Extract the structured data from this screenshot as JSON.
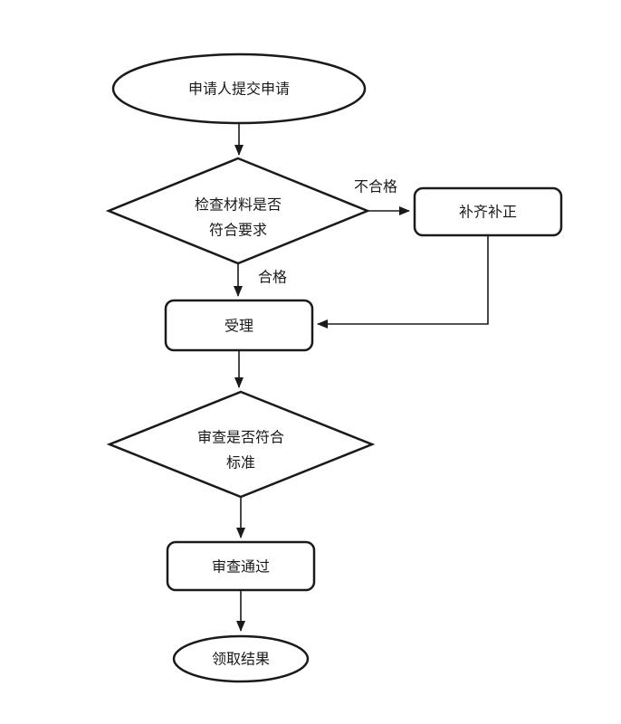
{
  "diagram": {
    "background_color": "#ffffff",
    "stroke_color": "#1a1a1a",
    "text_color": "#1a1a1a",
    "nodes": {
      "start": {
        "type": "ellipse",
        "label": "申请人提交申请"
      },
      "check_materials": {
        "type": "decision",
        "line1": "检查材料是否",
        "line2": "符合要求"
      },
      "supplement": {
        "type": "process",
        "label": "补齐补正"
      },
      "accept": {
        "type": "process",
        "label": "受理"
      },
      "review": {
        "type": "decision",
        "line1": "审查是否符合",
        "line2": "标准"
      },
      "review_passed": {
        "type": "process",
        "label": "审查通过"
      },
      "end": {
        "type": "ellipse",
        "label": "领取结果"
      }
    },
    "edge_labels": {
      "unqualified": "不合格",
      "qualified": "合格"
    }
  }
}
